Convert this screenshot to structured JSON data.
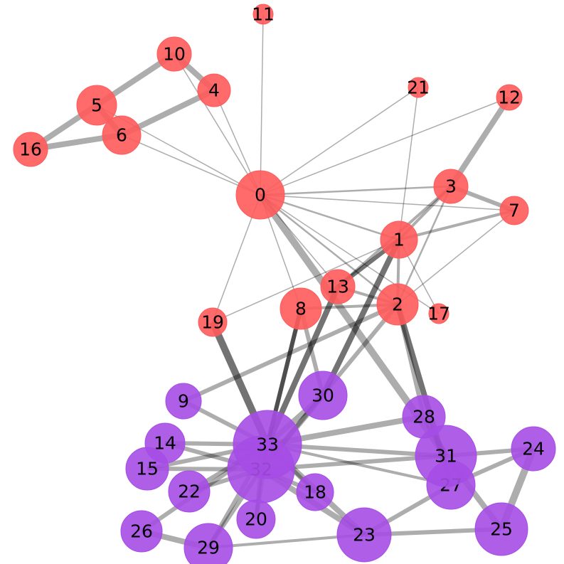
{
  "graph": {
    "colors": {
      "red": "#ff5a5a",
      "purple": "#a64ce6",
      "edge": "#000000"
    },
    "nodes": [
      {
        "id": 0,
        "label": "0",
        "group": "red"
      },
      {
        "id": 1,
        "label": "1",
        "group": "red"
      },
      {
        "id": 2,
        "label": "2",
        "group": "red"
      },
      {
        "id": 3,
        "label": "3",
        "group": "red"
      },
      {
        "id": 4,
        "label": "4",
        "group": "red"
      },
      {
        "id": 5,
        "label": "5",
        "group": "red"
      },
      {
        "id": 6,
        "label": "6",
        "group": "red"
      },
      {
        "id": 7,
        "label": "7",
        "group": "red"
      },
      {
        "id": 8,
        "label": "8",
        "group": "red"
      },
      {
        "id": 9,
        "label": "9",
        "group": "purple"
      },
      {
        "id": 10,
        "label": "10",
        "group": "red"
      },
      {
        "id": 11,
        "label": "11",
        "group": "red"
      },
      {
        "id": 12,
        "label": "12",
        "group": "red"
      },
      {
        "id": 13,
        "label": "13",
        "group": "red"
      },
      {
        "id": 14,
        "label": "14",
        "group": "purple"
      },
      {
        "id": 15,
        "label": "15",
        "group": "purple"
      },
      {
        "id": 16,
        "label": "16",
        "group": "red"
      },
      {
        "id": 17,
        "label": "17",
        "group": "red"
      },
      {
        "id": 18,
        "label": "18",
        "group": "purple"
      },
      {
        "id": 19,
        "label": "19",
        "group": "red"
      },
      {
        "id": 20,
        "label": "20",
        "group": "purple"
      },
      {
        "id": 21,
        "label": "21",
        "group": "red"
      },
      {
        "id": 22,
        "label": "22",
        "group": "purple"
      },
      {
        "id": 23,
        "label": "23",
        "group": "purple"
      },
      {
        "id": 24,
        "label": "24",
        "group": "purple"
      },
      {
        "id": 25,
        "label": "25",
        "group": "purple"
      },
      {
        "id": 26,
        "label": "26",
        "group": "purple"
      },
      {
        "id": 27,
        "label": "27",
        "group": "purple"
      },
      {
        "id": 28,
        "label": "28",
        "group": "purple"
      },
      {
        "id": 29,
        "label": "29",
        "group": "purple"
      },
      {
        "id": 30,
        "label": "30",
        "group": "purple"
      },
      {
        "id": 31,
        "label": "31",
        "group": "purple"
      },
      {
        "id": 32,
        "label": "32",
        "group": "purple"
      },
      {
        "id": 33,
        "label": "33",
        "group": "purple"
      }
    ],
    "edges": [
      [
        0,
        1
      ],
      [
        0,
        2
      ],
      [
        0,
        3
      ],
      [
        0,
        4
      ],
      [
        0,
        5
      ],
      [
        0,
        6
      ],
      [
        0,
        7
      ],
      [
        0,
        8
      ],
      [
        0,
        10
      ],
      [
        0,
        11
      ],
      [
        0,
        12
      ],
      [
        0,
        13
      ],
      [
        0,
        17
      ],
      [
        0,
        19
      ],
      [
        0,
        21
      ],
      [
        0,
        31
      ],
      [
        1,
        2
      ],
      [
        1,
        3
      ],
      [
        1,
        7
      ],
      [
        1,
        13
      ],
      [
        1,
        17
      ],
      [
        1,
        19
      ],
      [
        1,
        21
      ],
      [
        1,
        30
      ],
      [
        2,
        3
      ],
      [
        2,
        7
      ],
      [
        2,
        8
      ],
      [
        2,
        9
      ],
      [
        2,
        13
      ],
      [
        2,
        27
      ],
      [
        2,
        28
      ],
      [
        2,
        32
      ],
      [
        3,
        7
      ],
      [
        3,
        12
      ],
      [
        3,
        13
      ],
      [
        4,
        6
      ],
      [
        4,
        10
      ],
      [
        5,
        6
      ],
      [
        5,
        10
      ],
      [
        5,
        16
      ],
      [
        6,
        16
      ],
      [
        8,
        30
      ],
      [
        8,
        32
      ],
      [
        8,
        33
      ],
      [
        9,
        33
      ],
      [
        13,
        33
      ],
      [
        14,
        32
      ],
      [
        14,
        33
      ],
      [
        15,
        32
      ],
      [
        15,
        33
      ],
      [
        18,
        32
      ],
      [
        18,
        33
      ],
      [
        19,
        33
      ],
      [
        20,
        32
      ],
      [
        20,
        33
      ],
      [
        22,
        32
      ],
      [
        22,
        33
      ],
      [
        23,
        25
      ],
      [
        23,
        27
      ],
      [
        23,
        29
      ],
      [
        23,
        32
      ],
      [
        23,
        33
      ],
      [
        24,
        25
      ],
      [
        24,
        27
      ],
      [
        24,
        31
      ],
      [
        25,
        31
      ],
      [
        26,
        29
      ],
      [
        26,
        33
      ],
      [
        27,
        33
      ],
      [
        28,
        31
      ],
      [
        28,
        33
      ],
      [
        29,
        32
      ],
      [
        29,
        33
      ],
      [
        30,
        32
      ],
      [
        30,
        33
      ],
      [
        31,
        32
      ],
      [
        31,
        33
      ],
      [
        32,
        33
      ]
    ]
  }
}
